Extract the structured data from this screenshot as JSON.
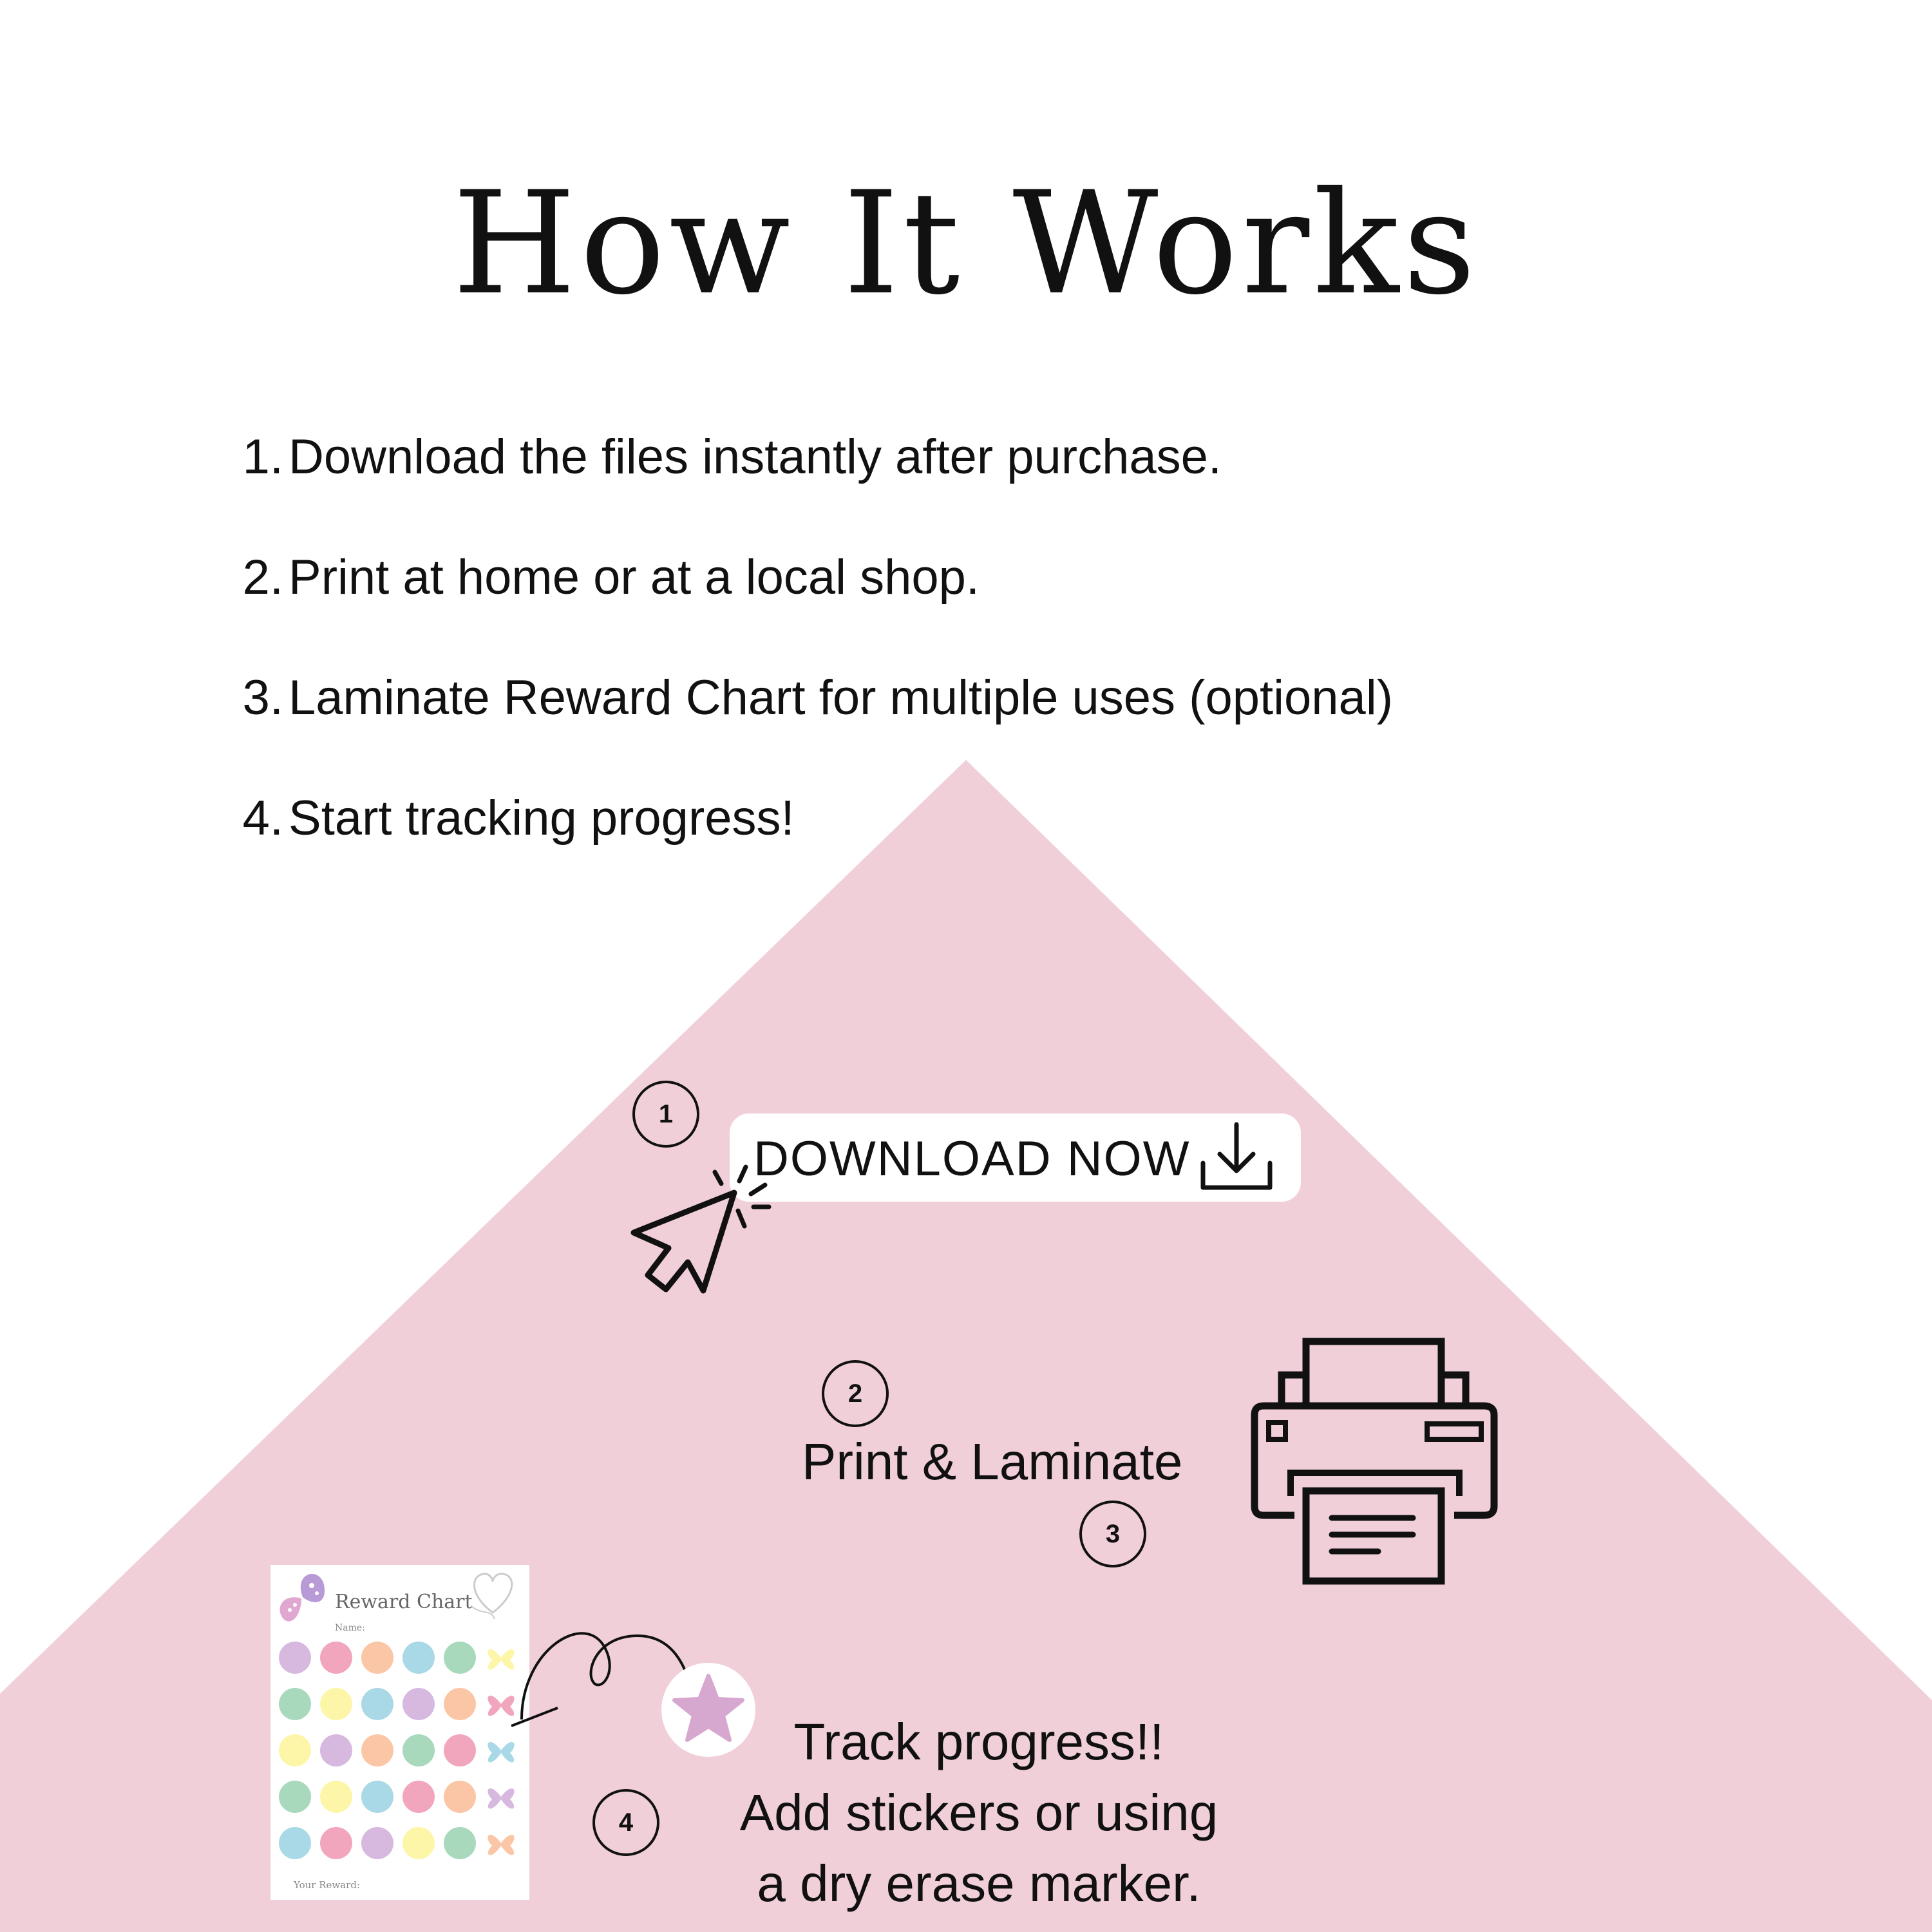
{
  "title": "How It Works",
  "steps": [
    {
      "num": "1.",
      "text": "Download the files instantly after purchase."
    },
    {
      "num": "2.",
      "text": "Print at home or at a local shop."
    },
    {
      "num": "3.",
      "text": "Laminate Reward Chart for multiple uses (optional)"
    },
    {
      "num": "4.",
      "text": "Start tracking progress!"
    }
  ],
  "badges": [
    "1",
    "2",
    "3",
    "4"
  ],
  "download": {
    "label": "DOWNLOAD NOW"
  },
  "print": {
    "label": "Print & Laminate"
  },
  "track": {
    "line1": "Track progress!!",
    "line2": "Add stickers or using",
    "line3": "a dry erase marker."
  },
  "chart": {
    "title": "Reward Chart",
    "name_label": "Name:",
    "reward_label": "Your Reward:"
  },
  "colors": {
    "background": "#ffffff",
    "triangle": "#f0cfd9",
    "text": "#111111",
    "star": "#d6a7cf"
  },
  "icons": [
    "cursor-click-icon",
    "download-icon",
    "printer-icon",
    "star-sticker-icon",
    "butterfly-icon",
    "heart-icon"
  ]
}
